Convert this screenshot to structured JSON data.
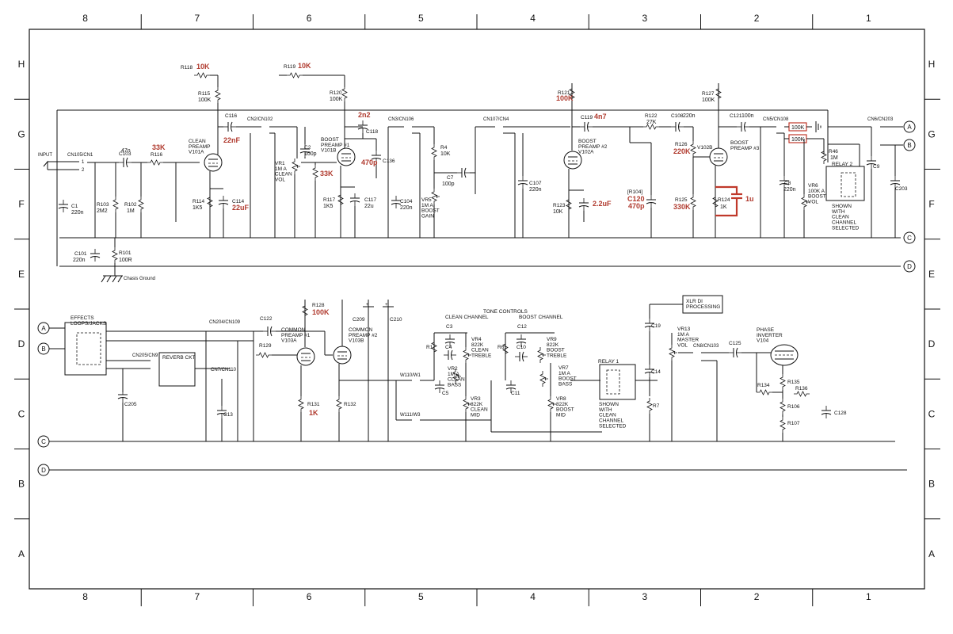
{
  "zones_x": [
    "8",
    "7",
    "6",
    "5",
    "4",
    "3",
    "2",
    "1"
  ],
  "zones_y": [
    "H",
    "G",
    "F",
    "E",
    "D",
    "C",
    "B",
    "A"
  ],
  "buses": {
    "c": "C",
    "d": "D",
    "a": "A",
    "b": "B"
  },
  "input": {
    "label": "INPUT",
    "conn": "CN105/CN1",
    "pin1": "1",
    "pin2": "2"
  },
  "chassis_ground": "Chasis Ground",
  "tubes": {
    "v101a": {
      "label": "CLEAN\nPREAMP\nV101A"
    },
    "v101b": {
      "label": "BOOST\nPREAMP #1\nV101B"
    },
    "v102a": {
      "label": "BOOST\nPREAMP #2\nV102A"
    },
    "v102b": {
      "label": "V102B"
    },
    "v102b_name": {
      "label": "BOOST\nPREAMP #3"
    },
    "v103a": {
      "label": "COMMON\nPREAMP #1\nV103A"
    },
    "v103b": {
      "label": "COMMON\nPREAMP #2\nV103B"
    },
    "v104": {
      "label": "PHASE\nINVERTER\nV104"
    }
  },
  "components": {
    "r118": "R118",
    "r118v": "10K",
    "r119": "R119",
    "r119v": "10K",
    "r115": "R115",
    "r115v": "100K",
    "r120": "R120",
    "r120v": "100K",
    "r121": "R121",
    "r121v": "100K",
    "r127": "R127",
    "r127v": "100K",
    "c116": "C116",
    "c116v": "22nF",
    "c118": "C118",
    "c118v": "2n2",
    "c119": "C119",
    "c119v": "4n7",
    "c108": "C108",
    "c108v": "220n",
    "c121": "C121",
    "c121v": "100n",
    "r122": "R122",
    "r122v": "27K",
    "c103": "C103",
    "c103v": "47n",
    "r116": "R116",
    "r116v": "33K",
    "c2": "C2",
    "c2v": "100p",
    "vr1": "VR1\n1M A\nCLEAN\nVOL",
    "r33k": "33K",
    "c136": "C136",
    "c136v": "470p",
    "r4": "R4",
    "r4v": "10K",
    "c7": "C7",
    "c7v": "100p",
    "c107": "C107",
    "c107v": "220n",
    "r126": "R126",
    "r126v": "220K",
    "r125": "R125",
    "r125v": "330K",
    "r104": "[R104]",
    "c120": "C120",
    "c120v": "470p",
    "r124": "R124",
    "r124v": "1K",
    "c1u": "1u",
    "c8": "C8",
    "c8v": "220n",
    "r46": "R46",
    "r46v": "1M",
    "vr6": "VR6\n100K A\nBOOST\nVOL",
    "c9": "C9",
    "c203": "C203",
    "res100k_a": "100K",
    "res100k_b": "100K",
    "c1": "C1",
    "c1v": "220n",
    "r103": "R103",
    "r103v": "2M2",
    "r102": "R102",
    "r102v": "1M",
    "r114": "R114",
    "r114v": "1K5",
    "c114": "C114",
    "c114v": "22uF",
    "r117": "R117",
    "r117v": "1K5",
    "c117": "C117",
    "c117v": "22u",
    "c104": "C104",
    "c104v": "220n",
    "vr5": "VR5\n1M A\nBOOST\nGAIN",
    "r123": "R123",
    "r123v": "10K",
    "c2u2": "2.2uF",
    "c101": "C101",
    "c101v": "220n",
    "r101": "R101",
    "r101v": "100R",
    "r128": "R128",
    "r128v": "100K",
    "r131": "R131",
    "r131v": "1K",
    "r132": "R132",
    "c122": "C122",
    "r129": "R129",
    "c209": "C209",
    "c210": "C210",
    "c205": "C205",
    "c13": "C13",
    "c3": "C3",
    "c4": "C4",
    "c5": "C5",
    "r1": "R1",
    "vr4": "VR4\n822K\nCLEAN\nTREBLE",
    "vr2": "VR2\n1M A\nCLEAN\nBASS",
    "vr3": "VR3\n822K\nCLEAN\nMID",
    "c12": "C12",
    "c10": "C10",
    "c11": "C11",
    "r6": "R6",
    "vr9": "VR9\n822K\nBOOST\nTREBLE",
    "vr7": "VR7\n1M A\nBOOST\nBASS",
    "vr8": "VR8\n822K\nBOOST\nMID",
    "c19": "C19",
    "c14": "C14",
    "r7": "R7",
    "vr13": "VR13\n1M A\nMASTER\nVOL",
    "c125": "C125",
    "r134": "R134",
    "r135": "R135",
    "r136": "R136",
    "r106": "R106",
    "r107": "R107",
    "c128": "C128"
  },
  "connectors": {
    "cn2": "CN2/CN102",
    "cn3": "CN3/CN106",
    "cn107": "CN107/CN4",
    "cn5": "CN5/CN108",
    "cn6": "CN6/CN203",
    "cn204": "CN204/CN109",
    "cn205": "CN205/CN9",
    "cn7": "CN7/CN110",
    "cn8": "CN8/CN103",
    "w110": "W110/W1",
    "w111": "W111/W3"
  },
  "blocks": {
    "effects": "EFFECTS\nLOOPS/JACKS",
    "reverb": "REVERB CKT",
    "xlr": "XLR DI\nPROCESSING",
    "tone": "TONE CONTROLS",
    "clean_ch": "CLEAN CHANNEL",
    "boost_ch": "BOOST CHANNEL",
    "relay1": "RELAY 1",
    "relay2": "RELAY 2",
    "relay1_note": "SHOWN\nWITH\nCLEAN\nCHANNEL\nSELECTED",
    "relay2_note": "SHOWN\nWITH\nCLEAN\nCHANNEL\nSELECTED"
  }
}
